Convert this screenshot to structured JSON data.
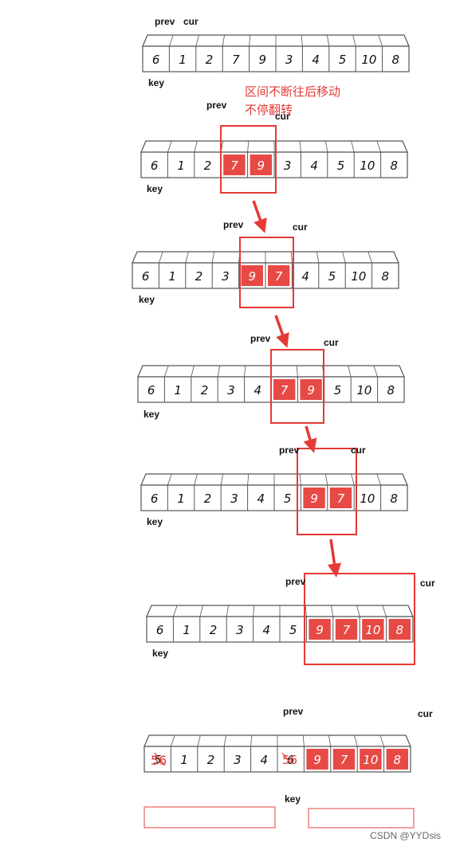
{
  "annotation": {
    "line1": "区间不断往后移动",
    "line2": "不停翻转"
  },
  "labels": {
    "prev": "prev",
    "cur": "cur",
    "key": "key"
  },
  "colors": {
    "highlight": "#e53935",
    "cell_border": "#555555",
    "text": "#111111"
  },
  "rows": [
    {
      "values": [
        "6",
        "1",
        "2",
        "7",
        "9",
        "3",
        "4",
        "5",
        "10",
        "8"
      ],
      "highlighted": []
    },
    {
      "values": [
        "6",
        "1",
        "2",
        "7",
        "9",
        "3",
        "4",
        "5",
        "10",
        "8"
      ],
      "highlighted": [
        3,
        4
      ]
    },
    {
      "values": [
        "6",
        "1",
        "2",
        "3",
        "9",
        "7",
        "4",
        "5",
        "10",
        "8"
      ],
      "highlighted": [
        4,
        5
      ]
    },
    {
      "values": [
        "6",
        "1",
        "2",
        "3",
        "4",
        "7",
        "9",
        "5",
        "10",
        "8"
      ],
      "highlighted": [
        5,
        6
      ]
    },
    {
      "values": [
        "6",
        "1",
        "2",
        "3",
        "4",
        "5",
        "9",
        "7",
        "10",
        "8"
      ],
      "highlighted": [
        6,
        7
      ]
    },
    {
      "values": [
        "6",
        "1",
        "2",
        "3",
        "4",
        "5",
        "9",
        "7",
        "10",
        "8"
      ],
      "highlighted": [
        6,
        7,
        8,
        9
      ]
    },
    {
      "values": [
        "5",
        "1",
        "2",
        "3",
        "4",
        "6",
        "9",
        "7",
        "10",
        "8"
      ],
      "highlighted": [
        6,
        7,
        8,
        9
      ],
      "swapped": [
        "6",
        "5"
      ]
    }
  ],
  "watermark": "CSDN @YYDsis"
}
